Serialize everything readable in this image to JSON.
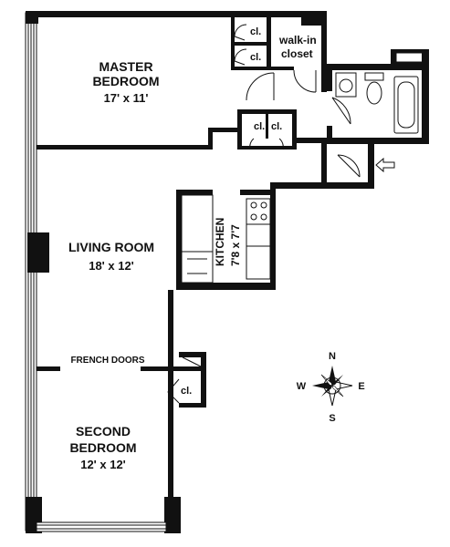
{
  "rooms": {
    "master": {
      "name": "MASTER",
      "name2": "BEDROOM",
      "size": "17' x 11'"
    },
    "living": {
      "name": "LIVING ROOM",
      "size": "18' x 12'"
    },
    "kitchen": {
      "name": "KITCHEN",
      "size": "7'8 x 7'7"
    },
    "second": {
      "name": "SECOND",
      "name2": "BEDROOM",
      "size": "12' x 12'"
    },
    "walkin": {
      "name": "walk-in",
      "name2": "closet"
    }
  },
  "closets": {
    "cl1": "cl.",
    "cl2": "cl.",
    "cl3": "cl.",
    "cl4": "cl.",
    "cl5": "cl."
  },
  "labels": {
    "french_doors": "FRENCH DOORS"
  },
  "compass": {
    "n": "N",
    "s": "S",
    "e": "E",
    "w": "W"
  }
}
